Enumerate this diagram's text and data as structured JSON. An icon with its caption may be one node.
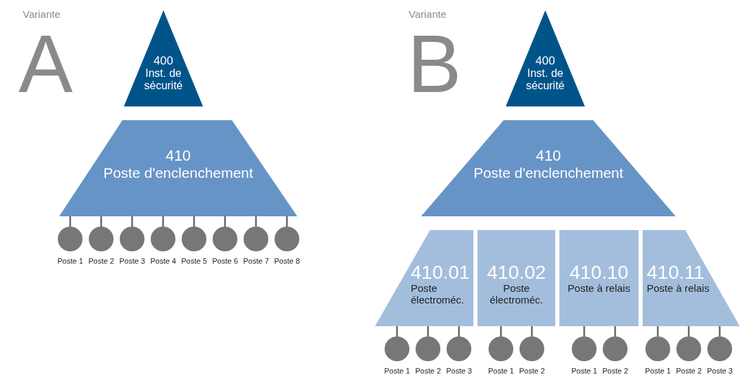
{
  "diagram": {
    "nodes": [
      {
        "text": [
          "400",
          "Inst. de sécurité"
        ]
      },
      {
        "text": [
          "410",
          "Poste d'enclenchement"
        ]
      },
      {
        "text": [],
        "shape": "circle",
        "beside": [
          "Poste 1"
        ]
      },
      {
        "text": [],
        "shape": "circle",
        "beside": [
          "Poste 2"
        ]
      },
      {
        "text": [],
        "shape": "circle",
        "beside": [
          "Poste 3"
        ]
      },
      {
        "text": [],
        "shape": "circle",
        "beside": [
          "Poste 4"
        ]
      },
      {
        "text": [],
        "shape": "circle",
        "beside": [
          "Poste 5"
        ]
      },
      {
        "text": [],
        "shape": "circle",
        "beside": [
          "Poste 6"
        ]
      },
      {
        "text": [],
        "shape": "circle",
        "beside": [
          "Poste 7"
        ]
      },
      {
        "text": [],
        "shape": "circle",
        "beside": [
          "Poste 8"
        ]
      },
      {
        "text": [
          "400",
          "Inst. de sécurité"
        ]
      },
      {
        "text": [
          "410",
          "Poste d'enclenchement"
        ]
      },
      {
        "text": [
          "410.01",
          "Poste électroméc."
        ]
      },
      {
        "text": [
          "410.02",
          "Poste électroméc."
        ]
      },
      {
        "text": [
          "410.10",
          "Poste à relais"
        ]
      },
      {
        "text": [
          "410.11",
          "Poste à relais"
        ]
      },
      {
        "text": [],
        "shape": "circle",
        "beside": [
          "Poste 1"
        ]
      },
      {
        "text": [],
        "shape": "circle",
        "beside": [
          "Poste 2"
        ]
      },
      {
        "text": [],
        "shape": "circle",
        "beside": [
          "Poste 3"
        ]
      },
      {
        "text": [],
        "shape": "circle",
        "beside": [
          "Poste 1"
        ]
      },
      {
        "text": [],
        "shape": "circle",
        "beside": [
          "Poste 2"
        ]
      },
      {
        "text": [],
        "shape": "circle",
        "beside": [
          "Poste 1"
        ]
      },
      {
        "text": [],
        "shape": "circle",
        "beside": [
          "Poste 2"
        ]
      },
      {
        "text": [],
        "shape": "circle",
        "beside": [
          "Poste 1"
        ]
      },
      {
        "text": [],
        "shape": "circle",
        "beside": [
          "Poste 2"
        ]
      },
      {
        "text": [],
        "shape": "circle",
        "beside": [
          "Poste 3"
        ]
      }
    ],
    "edges": [
      {
        "from": 1,
        "to": 2,
        "arrow": "none"
      },
      {
        "from": 1,
        "to": 3,
        "arrow": "none"
      },
      {
        "from": 1,
        "to": 4,
        "arrow": "none"
      },
      {
        "from": 1,
        "to": 5,
        "arrow": "none"
      },
      {
        "from": 1,
        "to": 6,
        "arrow": "none"
      },
      {
        "from": 1,
        "to": 7,
        "arrow": "none"
      },
      {
        "from": 1,
        "to": 8,
        "arrow": "none"
      },
      {
        "from": 1,
        "to": 9,
        "arrow": "none"
      },
      {
        "from": 12,
        "to": 16,
        "arrow": "none"
      },
      {
        "from": 12,
        "to": 17,
        "arrow": "none"
      },
      {
        "from": 12,
        "to": 18,
        "arrow": "none"
      },
      {
        "from": 13,
        "to": 19,
        "arrow": "none"
      },
      {
        "from": 13,
        "to": 20,
        "arrow": "none"
      },
      {
        "from": 14,
        "to": 21,
        "arrow": "none"
      },
      {
        "from": 14,
        "to": 22,
        "arrow": "none"
      },
      {
        "from": 15,
        "to": 23,
        "arrow": "none"
      },
      {
        "from": 15,
        "to": 24,
        "arrow": "none"
      },
      {
        "from": 15,
        "to": 25,
        "arrow": "none"
      }
    ],
    "labels": [
      "Variante",
      "A",
      "Variante",
      "B"
    ]
  }
}
